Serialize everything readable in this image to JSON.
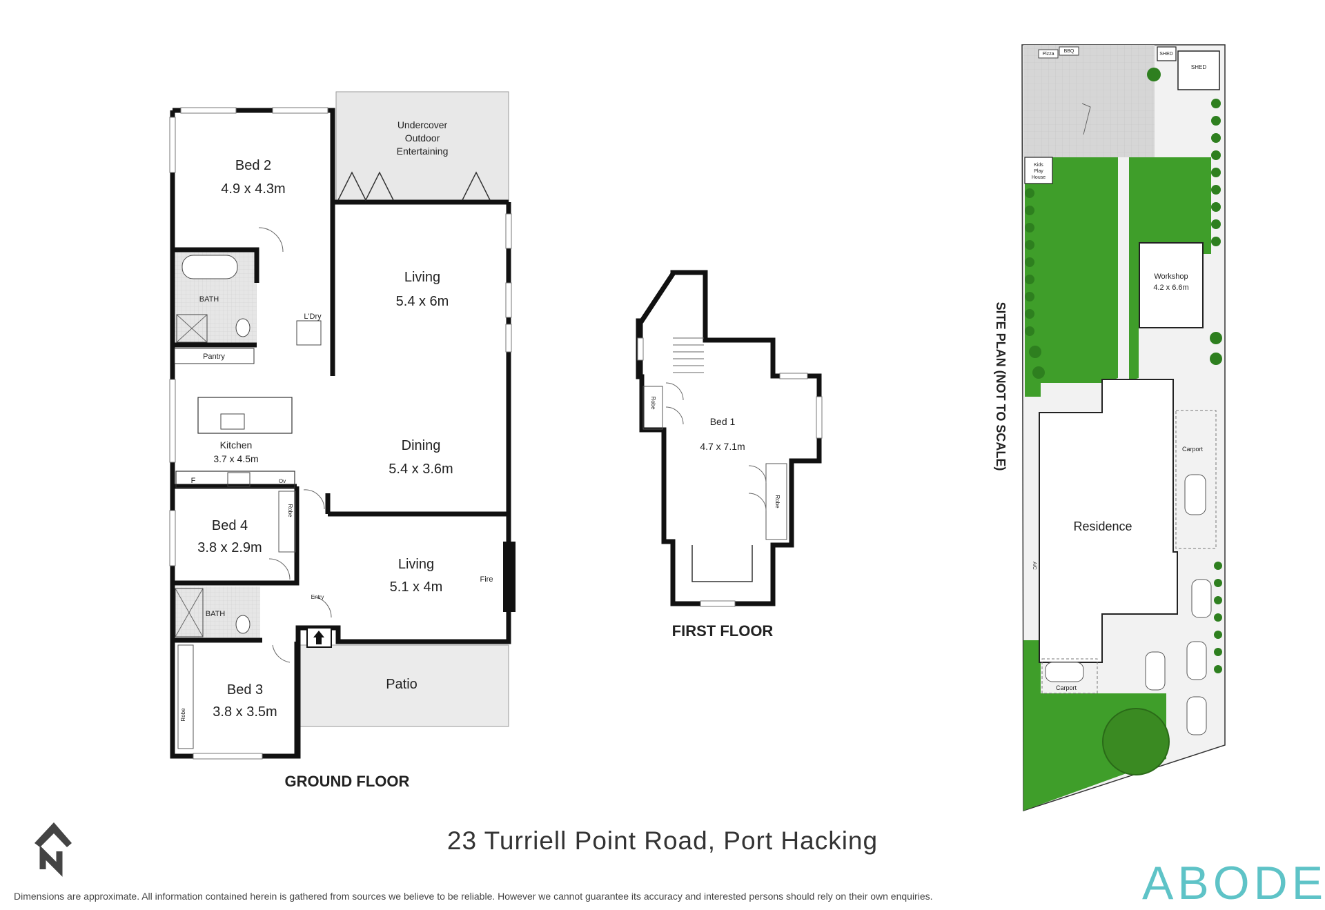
{
  "ground_floor": {
    "title": "GROUND FLOOR",
    "rooms": {
      "bed2": {
        "name": "Bed 2",
        "size": "4.9 x 4.3m"
      },
      "undercover": {
        "line1": "Undercover",
        "line2": "Outdoor",
        "line3": "Entertaining"
      },
      "bath1": "BATH",
      "laundry": "L'Dry",
      "living1": {
        "name": "Living",
        "size": "5.4 x 6m"
      },
      "pantry": "Pantry",
      "kitchen": {
        "name": "Kitchen",
        "size": "3.7 x 4.5m"
      },
      "fridge": "F",
      "oven": "Ov",
      "dining": {
        "name": "Dining",
        "size": "5.4 x 3.6m"
      },
      "bed4": {
        "name": "Bed 4",
        "size": "3.8 x 2.9m"
      },
      "robe_bed4": "Robe",
      "living2": {
        "name": "Living",
        "size": "5.1 x 4m"
      },
      "fire": "Fire",
      "entry": "Entry",
      "bath2": "BATH",
      "bed3": {
        "name": "Bed 3",
        "size": "3.8 x 3.5m"
      },
      "robe_bed3": "Robe",
      "patio": "Patio"
    }
  },
  "first_floor": {
    "title": "FIRST FLOOR",
    "rooms": {
      "bed1": {
        "name": "Bed 1",
        "size": "4.7 x 7.1m"
      },
      "robe_left": "Robe",
      "robe_right": "Robe"
    }
  },
  "site_plan": {
    "title": "SITE PLAN (NOT TO SCALE)",
    "labels": {
      "pizza": "Pizza",
      "bbq": "BBQ",
      "shed_small": "SHED",
      "shed": "SHED",
      "kids_line1": "Kids",
      "kids_line2": "Play",
      "kids_line3": "House",
      "workshop": {
        "name": "Workshop",
        "size": "4.2 x 6.6m"
      },
      "residence": "Residence",
      "carport_right": "Carport",
      "carport_bottom": "Carport",
      "ac": "A/C"
    }
  },
  "address": "23 Turriell Point Road, Port Hacking",
  "disclaimer": "Dimensions are approximate. All information contained herein is gathered from sources we believe to be reliable. However we cannot guarantee its accuracy and interested persons should rely on their own enquiries.",
  "brand": "ABODE",
  "colors": {
    "lawn": "#3f9e2a",
    "paving": "#d4d4d4",
    "wet_area": "#dcdcdc",
    "brand": "#5ec3c7"
  },
  "icons": {
    "north": "north-arrow-icon"
  }
}
